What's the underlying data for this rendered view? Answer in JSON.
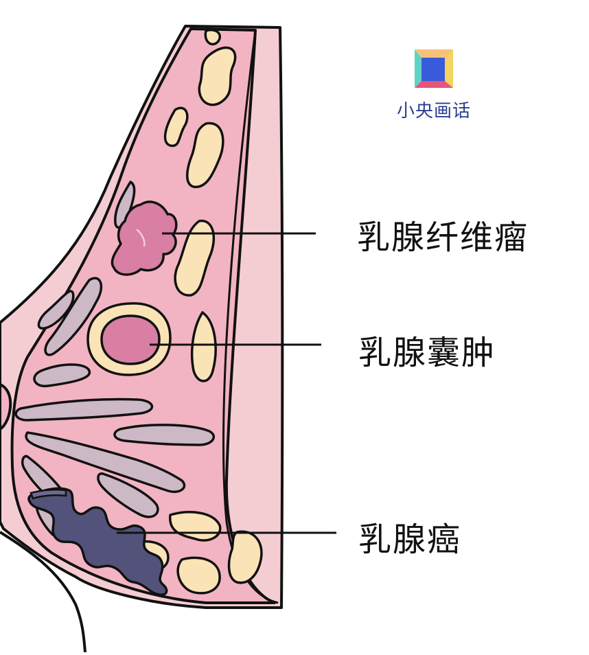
{
  "brand": {
    "name": "小央画话",
    "logo_colors": {
      "top": "#f6c27a",
      "left": "#5fd3c4",
      "right": "#f4d35e",
      "center": "#3a5bd9",
      "bottom": "#e8557a"
    }
  },
  "labels": {
    "fibroadenoma": "乳腺纤维瘤",
    "cyst": "乳腺囊肿",
    "cancer": "乳腺癌"
  },
  "colors": {
    "skin_outer": "#f4cdd3",
    "tissue_pink": "#f2b4c2",
    "fat_lobule": "#fae3b6",
    "duct_lavender": "#cdb8c6",
    "fibroadenoma": "#d97fa4",
    "cyst_fill": "#d97fa4",
    "cyst_rim": "#fae3b6",
    "cancer": "#52527a",
    "outline": "#111111"
  }
}
